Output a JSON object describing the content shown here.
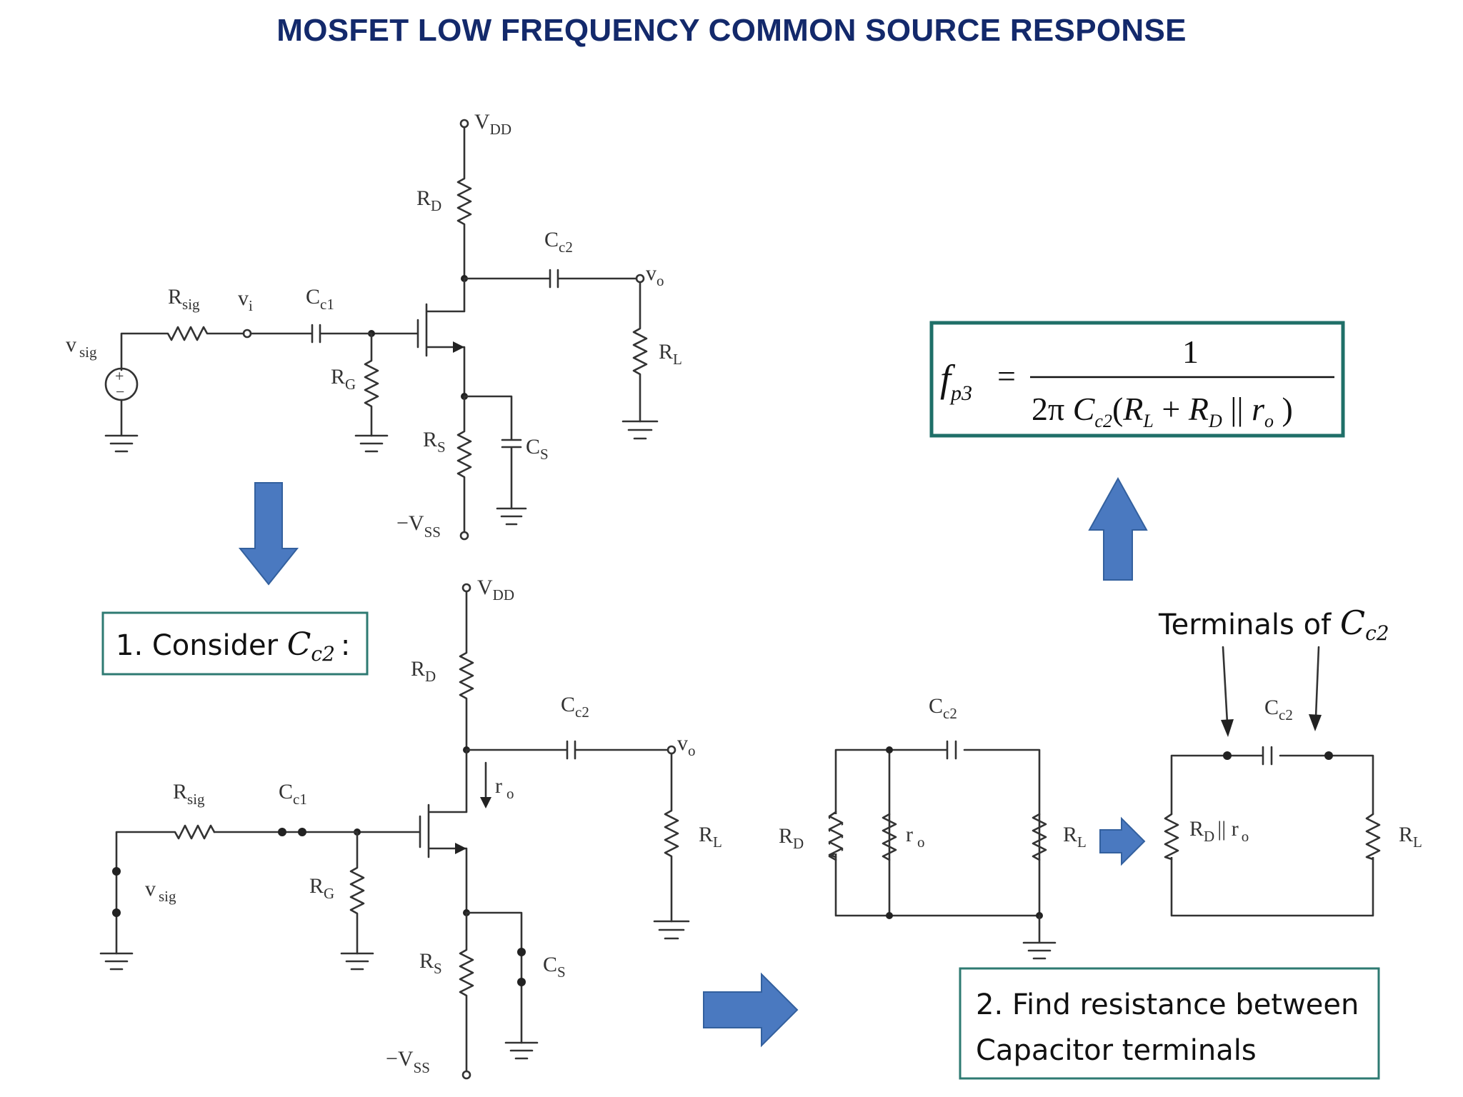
{
  "title": "MOSFET LOW FREQUENCY  COMMON SOURCE RESPONSE",
  "labels": {
    "vdd_main": "V",
    "vdd_sub": "DD",
    "vss_pre": "−V",
    "vss_sub": "SS",
    "rd_main": "R",
    "rd_sub": "D",
    "rs_main": "R",
    "rs_sub": "S",
    "rg_main": "R",
    "rg_sub": "G",
    "rl_main": "R",
    "rl_sub": "L",
    "rsig_main": "R",
    "rsig_sub": "sig",
    "vsig_main": "v",
    "vsig_sub": "sig",
    "vi_main": "v",
    "vi_sub": "i",
    "vo_main": "v",
    "vo_sub": "o",
    "cc1_main": "C",
    "cc1_sub": "c1",
    "cc2_main": "C",
    "cc2_sub": "c2",
    "cs_main": "C",
    "cs_sub": "S",
    "ro_main": "r",
    "ro_sub": "o",
    "rd_par": "R",
    "rd_par_sub": "D",
    "rd_par_rest": "|| r",
    "rd_par_o": "o",
    "plus": "+",
    "minus": "−"
  },
  "step1": {
    "text": "1. Consider ",
    "cap": "C",
    "cap_sub": "c2",
    "suffix": ":"
  },
  "step2": {
    "line1": "2. Find resistance between",
    "line2": "Capacitor terminals"
  },
  "terminals": {
    "text": "Terminals of ",
    "cap": "C",
    "cap_sub": "c2"
  },
  "formula": {
    "f": "f",
    "f_sub": "p3",
    "eq": "=",
    "num": "1",
    "den_2pi": "2π ",
    "den_c": "C",
    "den_c_sub": "c2",
    "den_open": "(",
    "den_rl": "R",
    "den_rl_sub": "L",
    "den_plus": " + ",
    "den_rd": "R",
    "den_rd_sub": "D",
    "den_par": " || ",
    "den_ro": "r",
    "den_ro_sub": "o",
    "den_close": " )"
  },
  "colors": {
    "title": "#13296b",
    "arrow": "#4a79c0",
    "callout_border": "#2e7a72",
    "formula_border": "#1f6f68"
  },
  "icons": [
    "arrow-down-icon",
    "arrow-right-icon",
    "arrow-right-small-icon",
    "arrow-up-icon"
  ]
}
